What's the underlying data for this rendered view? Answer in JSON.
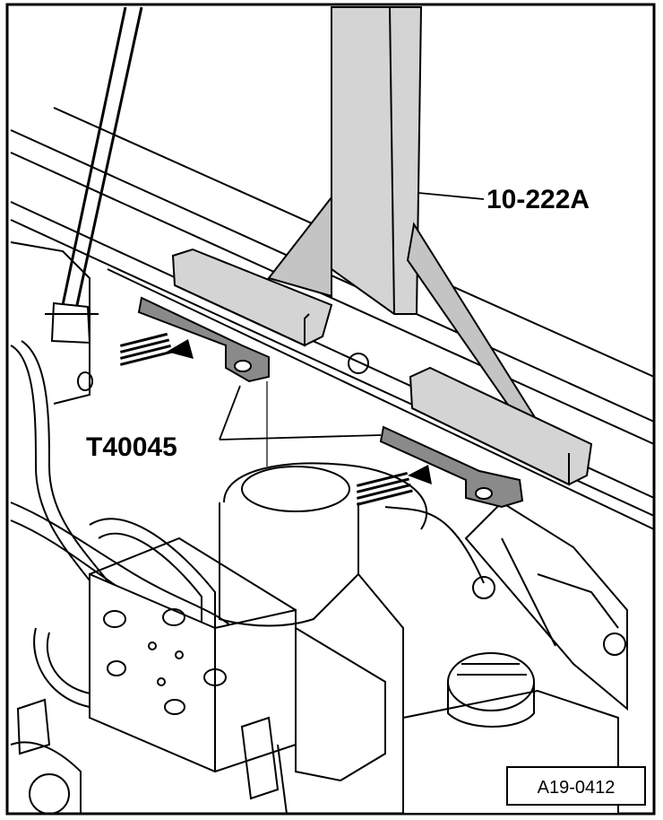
{
  "figure": {
    "callouts": {
      "support_tool": "10-222A",
      "adapter_tool": "T40045"
    },
    "figure_ref": "A19-0412",
    "colors": {
      "line": "#000000",
      "background": "#ffffff",
      "tool_fill": "#d4d4d4",
      "adapter_fill": "#8a8a8a"
    }
  }
}
